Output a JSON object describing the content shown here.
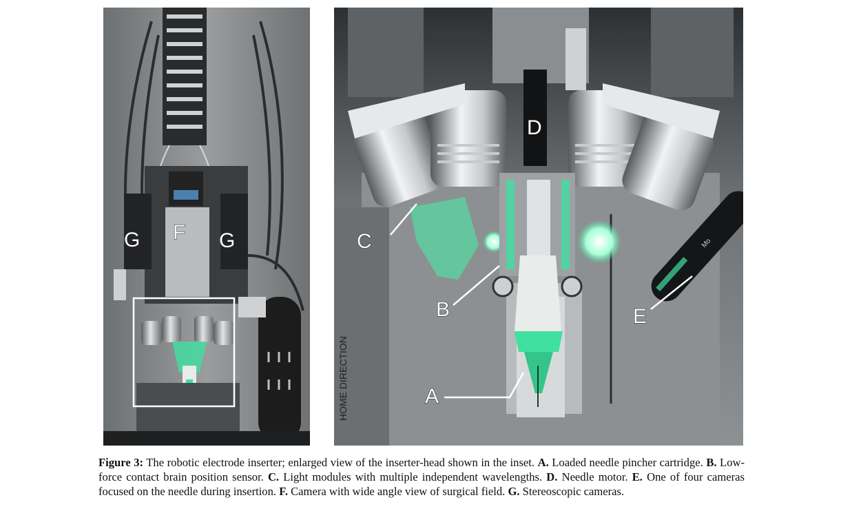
{
  "figure": {
    "left_labels": {
      "g_left": "G",
      "f": "F",
      "g_right": "G"
    },
    "right_labels": {
      "a": "A",
      "b": "B",
      "c": "C",
      "d": "D",
      "e": "E"
    },
    "plate_text": "HOME DIRECTION",
    "camera_text": "Mo",
    "colors": {
      "accent_green": "#3fe0a0",
      "inset_box": "#ffffff"
    }
  },
  "caption": {
    "figure_label": "Figure 3:",
    "intro": " The robotic electrode inserter; enlarged view of the inserter-head shown in the inset. ",
    "items": [
      {
        "key": "A.",
        "text": " Loaded needle pincher cartridge. "
      },
      {
        "key": "B.",
        "text": " Low-force contact brain position sensor. "
      },
      {
        "key": "C.",
        "text": " Light modules with multiple independent wavelengths. "
      },
      {
        "key": "D.",
        "text": " Needle motor. "
      },
      {
        "key": "E.",
        "text": " One of four cameras focused on the needle during insertion. "
      },
      {
        "key": "F.",
        "text": " Camera with wide angle view of surgical field. "
      },
      {
        "key": "G.",
        "text": " Stereoscopic cameras."
      }
    ]
  }
}
